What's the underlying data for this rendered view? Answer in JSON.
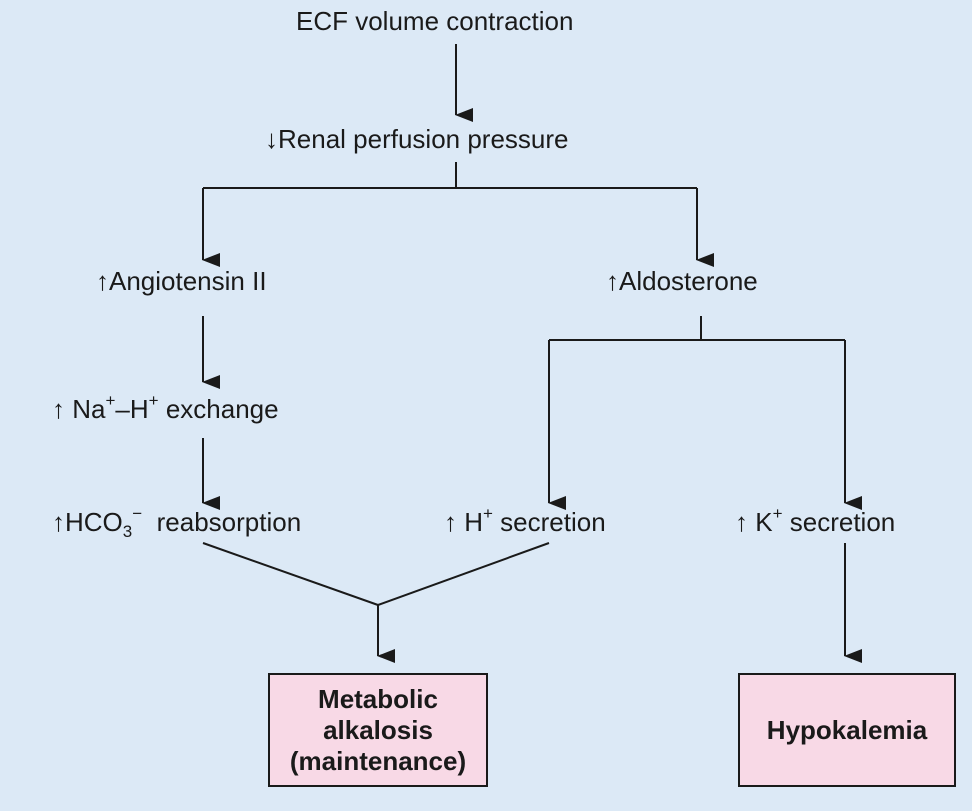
{
  "nodes": {
    "ecf": {
      "label": "ECF volume contraction"
    },
    "renal": {
      "arrow": "↓",
      "label": "Renal perfusion pressure"
    },
    "angio": {
      "arrow": "↑",
      "label": "Angiotensin II"
    },
    "aldo": {
      "arrow": "↑",
      "label": "Aldosterone"
    },
    "nahx": {
      "arrow": "↑",
      "pre": " Na",
      "sup1": "+",
      "mid": "–H",
      "sup2": "+",
      "post": " exchange"
    },
    "hco3": {
      "arrow": "↑",
      "pre": "HCO",
      "sub": "3",
      "sup": "−",
      "post": "  reabsorption"
    },
    "hsec": {
      "arrow": "↑",
      "pre": " H",
      "sup": "+",
      "post": " secretion"
    },
    "ksec": {
      "arrow": "↑",
      "pre": " K",
      "sup": "+",
      "post": " secretion"
    }
  },
  "outcomes": {
    "alkalosis": {
      "line1": "Metabolic",
      "line2": "alkalosis",
      "line3": "(maintenance)"
    },
    "hypokalemia": {
      "label": "Hypokalemia"
    }
  },
  "colors": {
    "background": "#dce9f6",
    "outcome_box": "#f8d9e6",
    "line": "#1a1a1a"
  }
}
